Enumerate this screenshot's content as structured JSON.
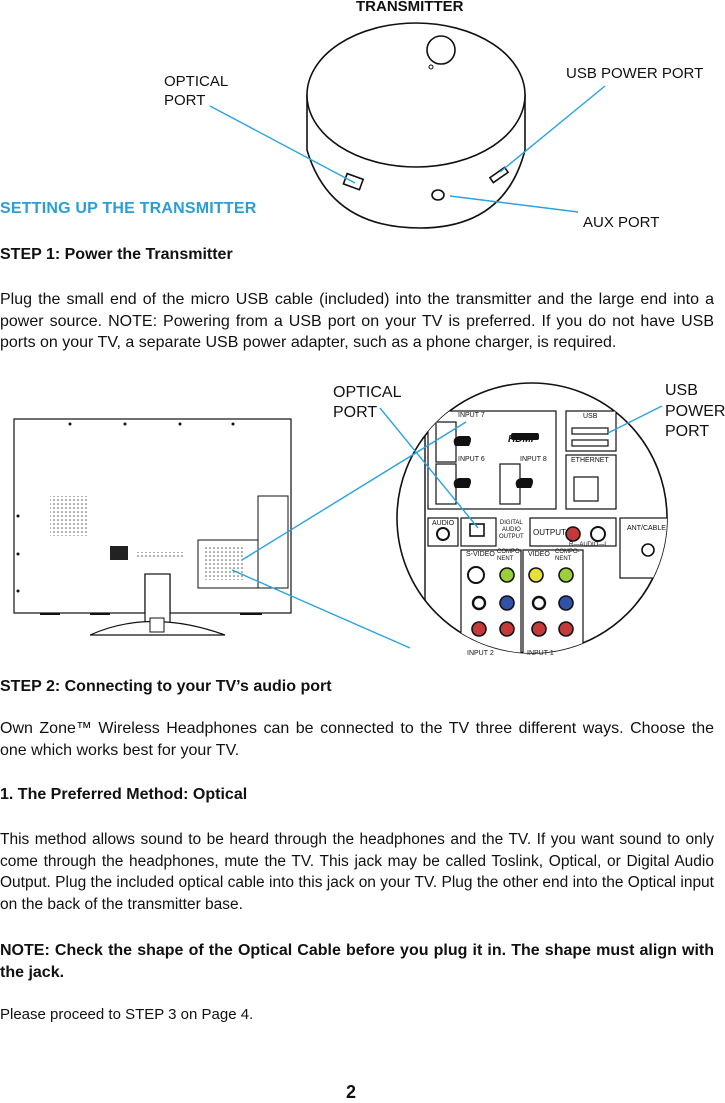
{
  "diagram1": {
    "title": "TRANSMITTER",
    "optical_port": [
      "OPTICAL",
      "PORT"
    ],
    "usb_power_port": "USB POWER PORT",
    "aux_port": "AUX PORT"
  },
  "section_title": "SETTING UP THE TRANSMITTER",
  "step1": {
    "heading": "STEP 1: Power the Transmitter",
    "body": "Plug the small end of the micro USB cable (included) into the transmitter and the large end into a power source. NOTE: Powering from a USB port on your TV is preferred. If you do not have USB ports on your TV, a separate USB power adapter, such as a phone charger, is required."
  },
  "diagram2": {
    "optical_port": [
      "OPTICAL",
      "PORT"
    ],
    "usb_power_port": [
      "USB",
      "POWER",
      "PORT"
    ],
    "panel_labels": {
      "input7": "INPUT 7",
      "input8": "INPUT 8",
      "input6": "INPUT 6",
      "hdmi": "HDMI",
      "usb": "USB",
      "ethernet": "ETHERNET",
      "audio": "AUDIO",
      "digital_audio_output": [
        "DIGITAL",
        "AUDIO",
        "OUTPUT"
      ],
      "output": "OUTPUT",
      "r_audio_l": "R—AUDIO—L",
      "ant_cable": "ANT/CABLE",
      "s_video": "S-VIDEO",
      "video": "VIDEO",
      "component": [
        "COMPO-",
        "NENT"
      ],
      "input2": "INPUT 2",
      "input1": "INPUT 1",
      "audio_small": "AUDIO"
    }
  },
  "step2": {
    "heading": "STEP 2: Connecting to your TV’s audio port",
    "body": "Own Zone™ Wireless Headphones can be connected to the TV three different ways. Choose the one which works best for your TV."
  },
  "method1": {
    "heading": "1. The Preferred Method: Optical",
    "body": "This method allows sound to be heard through the headphones and the TV. If you want sound to only come through the headphones, mute the TV. This jack may be called Toslink, Optical, or Digital Audio Output. Plug the included optical cable into this jack on your TV. Plug the other end into the Optical input on the back of the transmitter base."
  },
  "note": "NOTE: Check the shape of the Optical Cable before you plug it in. The shape must align with the jack.",
  "proceed": "Please proceed to STEP 3 on Page 4.",
  "page_number": "2",
  "colors": {
    "accent": "#2a9fd6",
    "callout_line": "#29a3df",
    "text": "#111111"
  }
}
